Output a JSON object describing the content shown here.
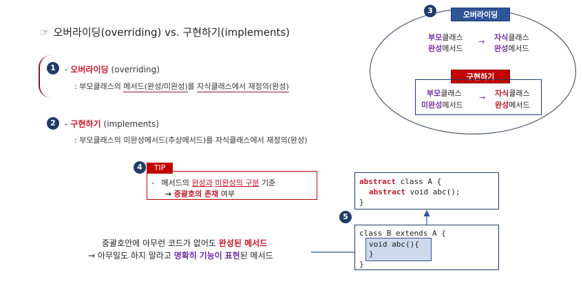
{
  "title": {
    "icon": "☞",
    "text": "오버라이딩(overriding) vs. 구현하기(implements)"
  },
  "sections": [
    {
      "num": "1",
      "dash": "-",
      "keyword": "오버라이딩",
      "english": "(overriding)",
      "desc_prefix": ": 부모클래스의 ",
      "desc_ul1": "메서드(완성/미완성)",
      "desc_mid": "를 ",
      "desc_ul2": "자식클래스에서 재정의(완성)"
    },
    {
      "num": "2",
      "dash": "-",
      "keyword": "구현하기",
      "english": "(implements)",
      "desc": ": 부모클래스의 미완성메서드(추상메서드)를 자식클래스에서 재정의(완성)"
    }
  ],
  "diagram": {
    "num": "3",
    "override": {
      "label": "오버라이딩",
      "left_top_bold": "부모",
      "left_top_rest": "클래스",
      "left_bot_bold": "완성",
      "left_bot_rest": "메서드",
      "right_top_bold": "자식",
      "right_top_rest": "클래스",
      "right_bot_bold": "완성",
      "right_bot_rest": "메서드"
    },
    "implement": {
      "label": "구현하기",
      "left_top_bold": "부모",
      "left_top_rest": "클래스",
      "left_bot_bold": "미완성",
      "left_bot_rest": "메서드",
      "right_top_bold": "자식",
      "right_top_rest": "클래스",
      "right_bot_bold": "완성",
      "right_bot_rest": "메서드"
    },
    "arrow": "→"
  },
  "tip": {
    "num": "4",
    "label": "TIP",
    "line1_dash": "-",
    "line1_pre": "메서드의 ",
    "line1_red1": "완성과",
    "line1_sp": " ",
    "line1_red2": "미완성의 구분",
    "line1_post": " 기준",
    "line2_arrow": "→",
    "line2_bold": "중괄호의 존재",
    "line2_post": " 여부"
  },
  "code": {
    "num": "5",
    "a_line1_kw": "abstract",
    "a_line1_rest": " class A {",
    "a_line2_kw": "abstract",
    "a_line2_rest": " void abc();",
    "a_line3": "}",
    "b_line1": "class B extends A {",
    "b_line2": "void abc(){",
    "b_line3": "}",
    "b_line4": "}"
  },
  "note": {
    "line1_pre": "중괄호안에 아무런 코드가 없어도 ",
    "line1_bold": "완성된 메서드",
    "line2_arrow": "→",
    "line2_pre": " 아무일도 하지 말라고 ",
    "line2_b1": "명확히",
    "line2_sp1": " ",
    "line2_b2": "기능이",
    "line2_sp2": " ",
    "line2_b3": "표현",
    "line2_post": "된 메서드"
  }
}
